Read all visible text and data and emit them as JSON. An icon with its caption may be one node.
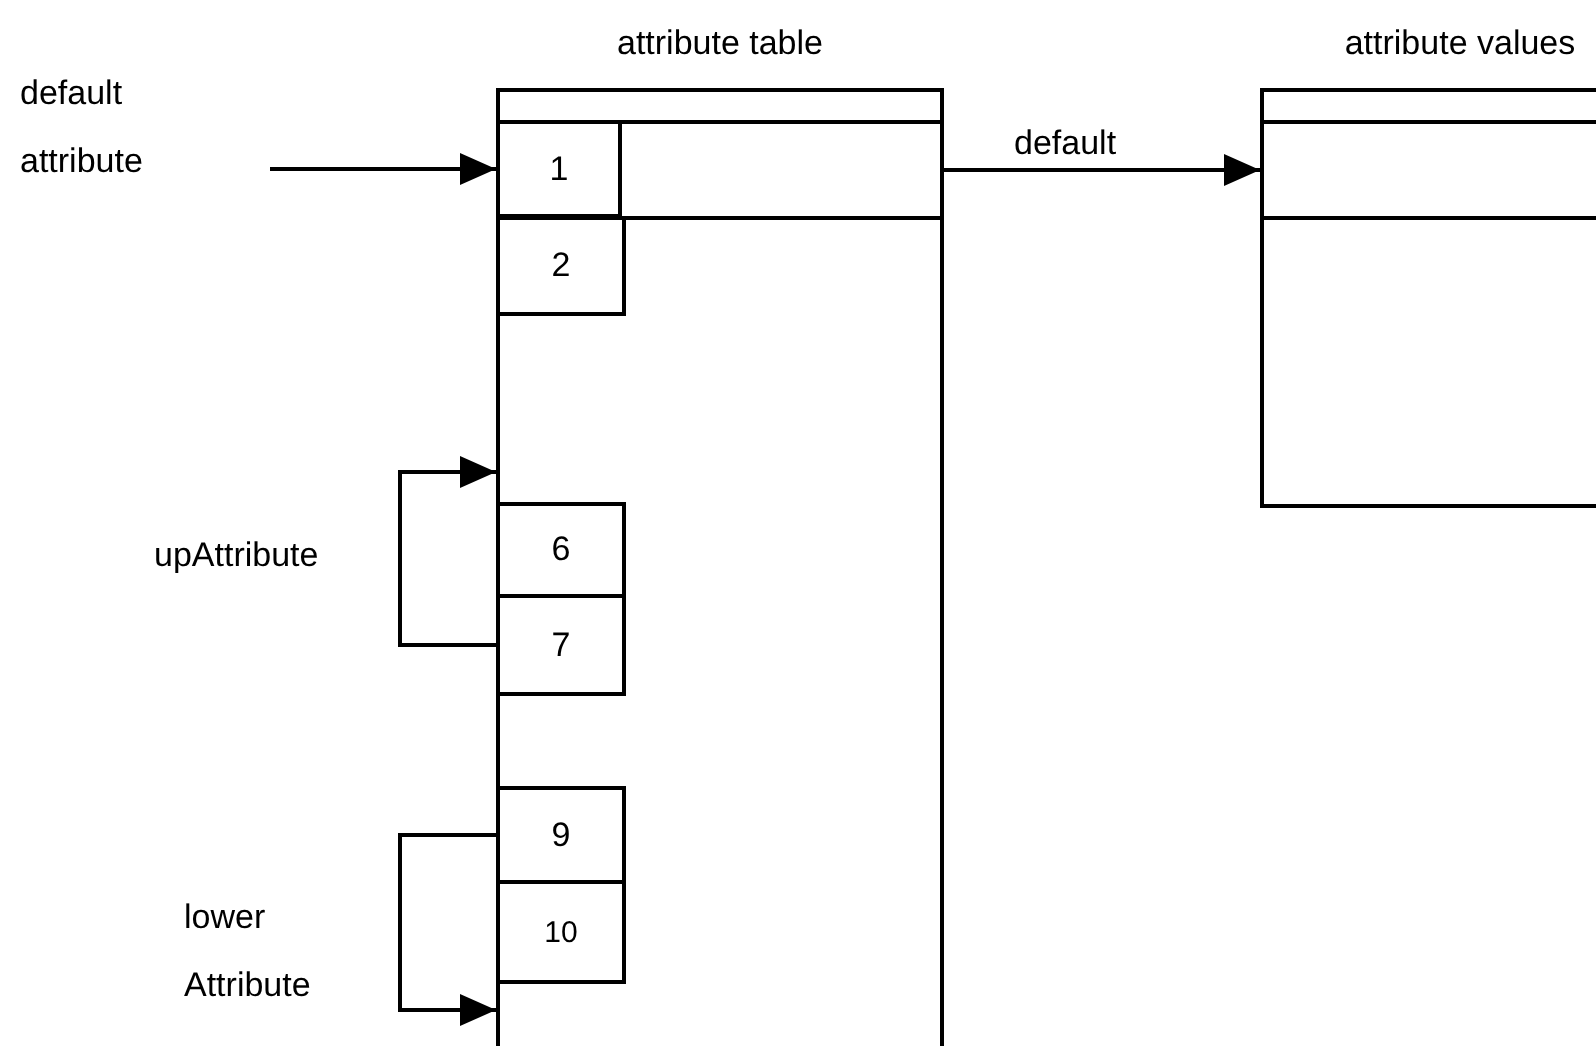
{
  "diagram": {
    "nodes": [
      {
        "text": [
          "attribute table"
        ]
      },
      {
        "text": [
          "1"
        ],
        "in": 0
      },
      {
        "text": [],
        "shape": "box",
        "in": 0
      },
      {
        "text": [
          "2"
        ],
        "in": 0
      },
      {
        "text": [
          "6"
        ],
        "in": 0
      },
      {
        "text": [
          "7"
        ],
        "in": 0
      },
      {
        "text": [
          "9"
        ],
        "in": 0
      },
      {
        "text": [
          "10"
        ],
        "in": 0
      },
      {
        "text": [
          "attribute values"
        ]
      },
      {
        "text": [],
        "shape": "box",
        "in": 8
      },
      {
        "text": [
          "default attribute"
        ]
      }
    ],
    "edges": [
      {
        "from": 10,
        "to": 1,
        "arrow": "to"
      },
      {
        "from": 2,
        "to": 9,
        "arrow": "to",
        "label": "default"
      },
      {
        "from": 5,
        "to": 0,
        "arrow": "to",
        "label": "upAttribute"
      },
      {
        "from": 6,
        "to": 0,
        "arrow": "to",
        "label": "lower Attribute"
      }
    ]
  }
}
